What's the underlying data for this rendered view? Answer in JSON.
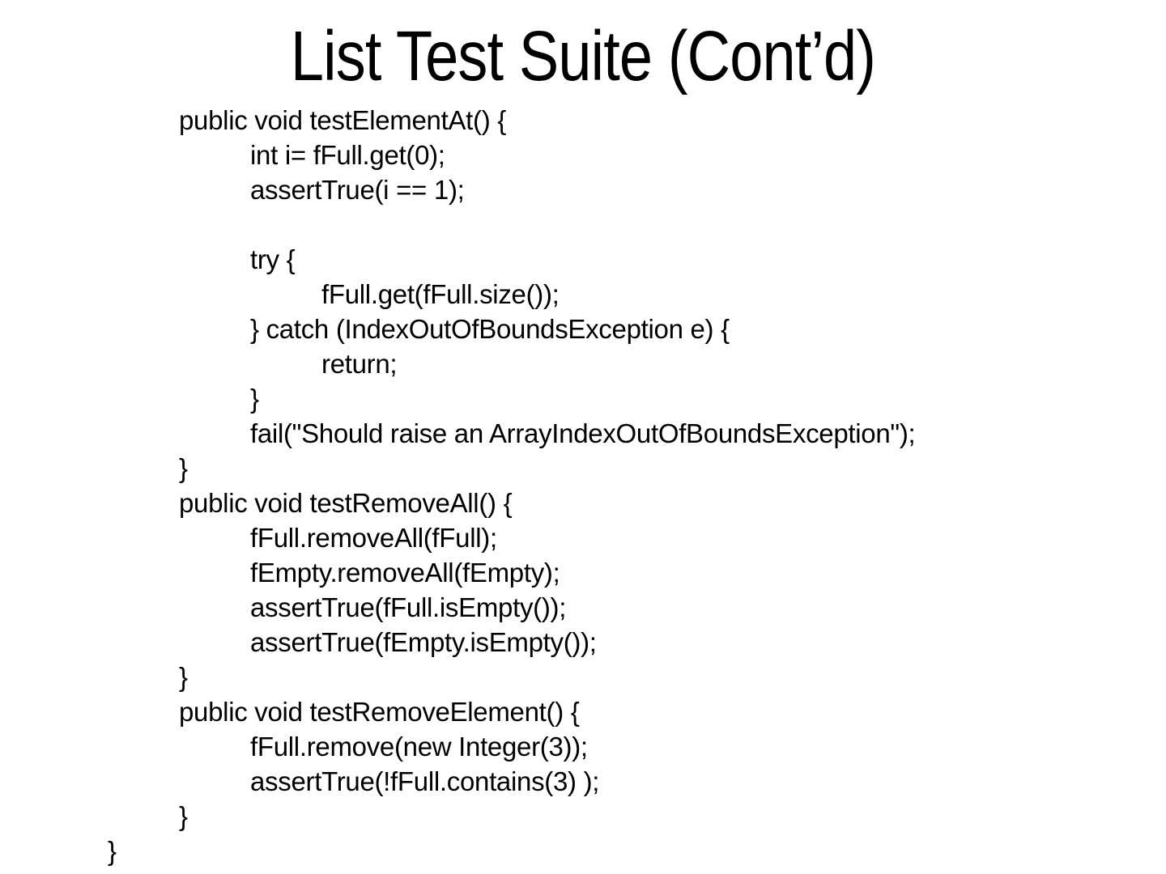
{
  "slide": {
    "title": "List Test Suite (Cont’d)",
    "background_color": "#ffffff",
    "text_color": "#000000"
  },
  "code": {
    "language": "java",
    "lines": [
      "\tpublic void testElementAt() {",
      "\t\tint i= fFull.get(0);",
      "\t\tassertTrue(i == 1);",
      "",
      "\t\ttry {",
      "\t\t\tfFull.get(fFull.size());",
      "\t\t} catch (IndexOutOfBoundsException e) {",
      "\t\t\treturn;",
      "\t\t}",
      "\t\tfail(\"Should raise an ArrayIndexOutOfBoundsException\");",
      "\t}",
      "\tpublic void testRemoveAll() {",
      "\t\tfFull.removeAll(fFull);",
      "\t\tfEmpty.removeAll(fEmpty);",
      "\t\tassertTrue(fFull.isEmpty());",
      "\t\tassertTrue(fEmpty.isEmpty());",
      "\t}",
      "\tpublic void testRemoveElement() {",
      "\t\tfFull.remove(new Integer(3));",
      "\t\tassertTrue(!fFull.contains(3) );",
      "\t}",
      "}"
    ]
  }
}
